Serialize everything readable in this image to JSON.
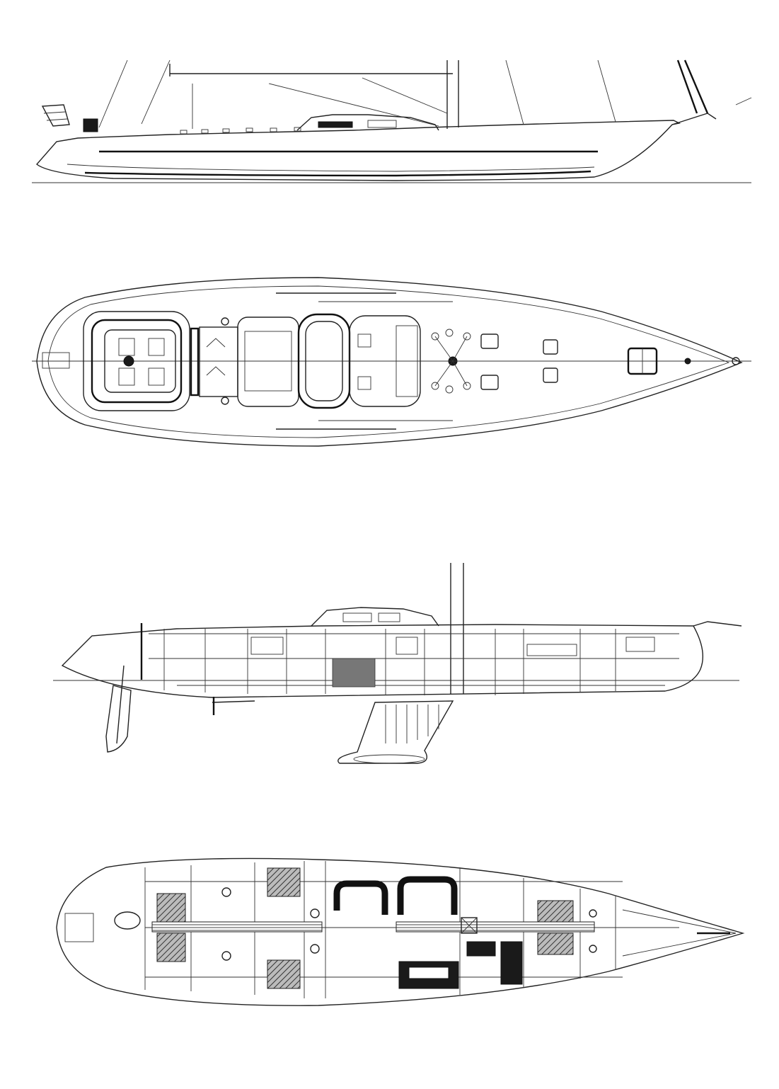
{
  "drawing": {
    "views": [
      {
        "id": "sail-profile",
        "kind": "exterior-profile"
      },
      {
        "id": "deck-plan",
        "kind": "plan"
      },
      {
        "id": "inboard-profile",
        "kind": "section"
      },
      {
        "id": "accommodation-plan",
        "kind": "plan"
      }
    ],
    "colors": {
      "line": "#222222",
      "paper": "#ffffff"
    }
  }
}
